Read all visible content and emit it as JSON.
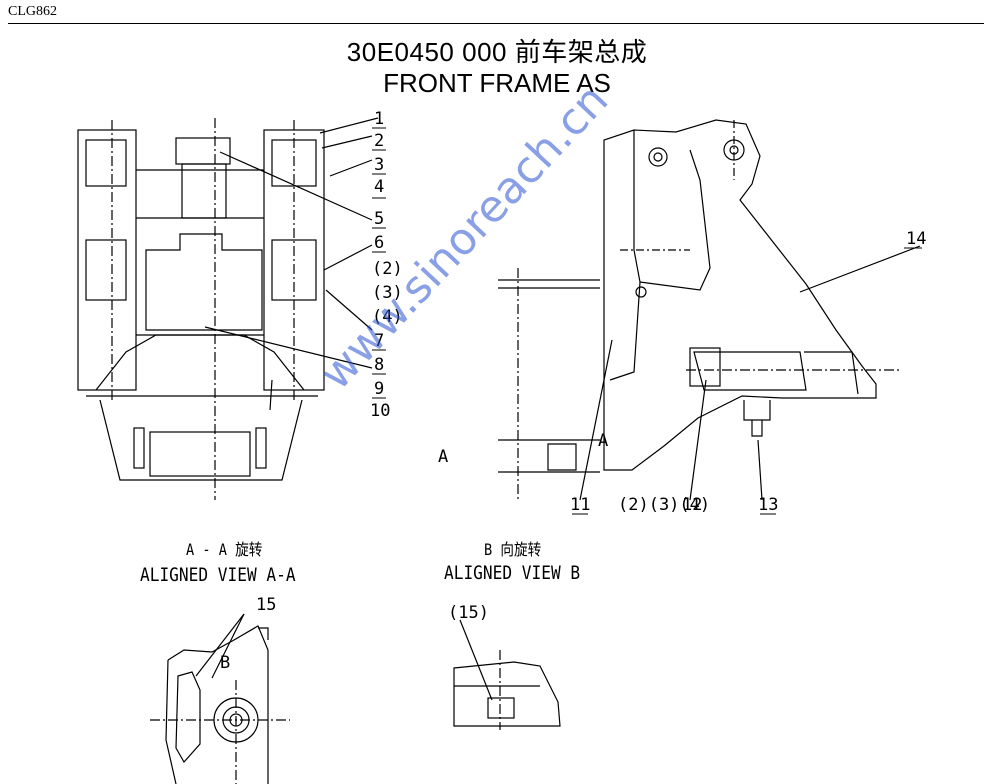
{
  "header": {
    "code": "CLG862"
  },
  "title": {
    "cn": "30E0450 000  前车架总成",
    "en": "FRONT FRAME AS"
  },
  "callouts": {
    "c1": "1",
    "c2": "2",
    "c3": "3",
    "c4": "4",
    "c5": "5",
    "c6": "6",
    "c2b": "(2)",
    "c3b": "(3)",
    "c4b": "(4)",
    "c7": "7",
    "c8": "8",
    "c9": "9",
    "c10": "10",
    "c11": "11",
    "c2345": "(2)(3)(4)",
    "c12": "12",
    "c13": "13",
    "c14": "14",
    "c15": "15",
    "c15b": "(15)",
    "secA": "A",
    "secB": "B"
  },
  "views": {
    "aa_cn": "A - A 旋转",
    "aa_en": "ALIGNED VIEW A-A",
    "b_cn": "B 向旋转",
    "b_en": "ALIGNED VIEW B"
  },
  "watermark": "www.sinoreach.cn"
}
